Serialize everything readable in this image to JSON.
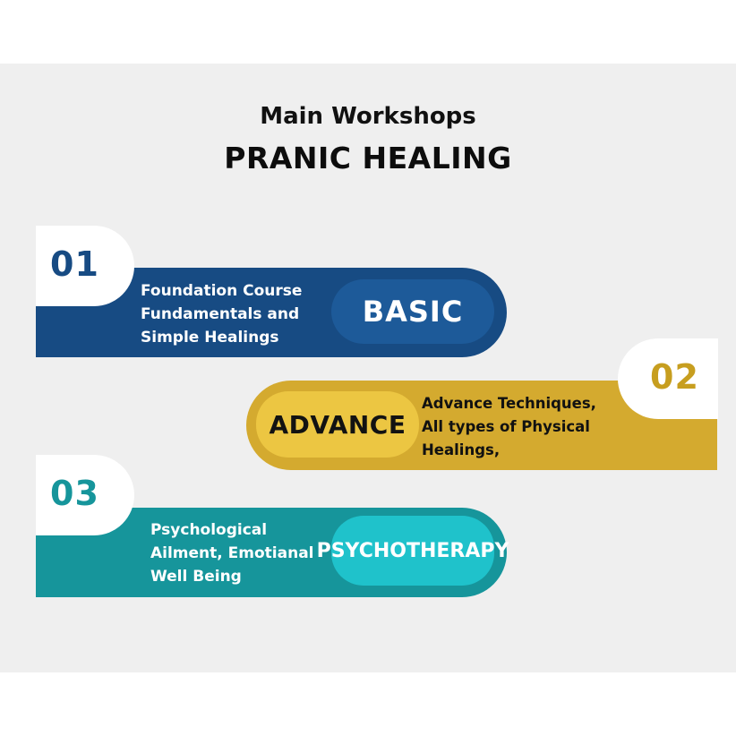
{
  "header": {
    "subtitle": "Main Workshops",
    "title": "PRANIC HEALING"
  },
  "colors": {
    "basic": "#174b83",
    "advance": "#d4aa2f",
    "psycho": "#16959b"
  },
  "workshops": [
    {
      "number": "01",
      "level": "BASIC",
      "description_lines": [
        "Foundation Course",
        "Fundamentals and",
        "Simple Healings"
      ]
    },
    {
      "number": "02",
      "level": "ADVANCE",
      "description_lines": [
        "Advance Techniques,",
        "All types of Physical",
        "Healings,"
      ]
    },
    {
      "number": "03",
      "level_lines": [
        "PSYCHO",
        "THERAPY"
      ],
      "description_lines": [
        "Psychological",
        "Ailment, Emotianal",
        "Well Being"
      ]
    }
  ]
}
